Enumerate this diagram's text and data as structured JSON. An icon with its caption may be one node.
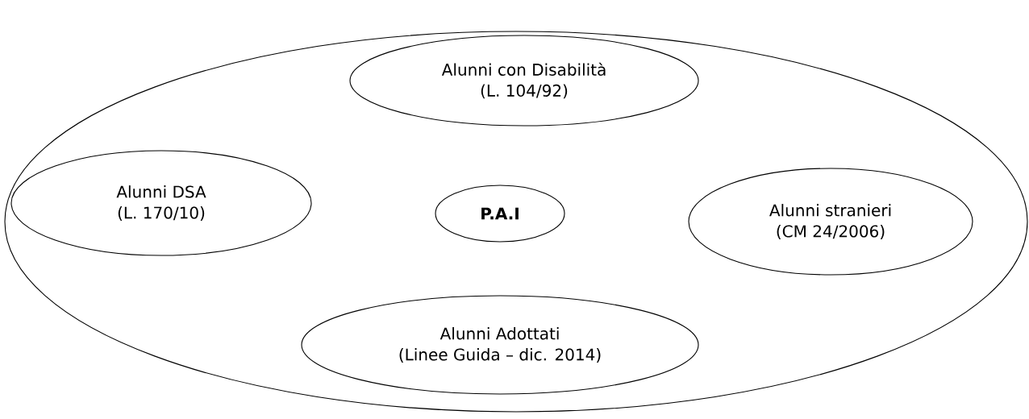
{
  "diagram": {
    "nodes": [
      {
        "text": [],
        "shape": "ellipse"
      },
      {
        "text": [
          "Alunni con Disabilità",
          "(L. 104/92)"
        ],
        "in": 0
      },
      {
        "text": [
          "Alunni DSA",
          "(L. 170/10)"
        ],
        "in": 0
      },
      {
        "text": [
          "P.A.I"
        ],
        "in": 0
      },
      {
        "text": [
          "Alunni stranieri",
          "(CM 24/2006)"
        ],
        "in": 0
      },
      {
        "text": [
          "Alunni Adottati",
          "(Linee Guida – dic. 2014)"
        ],
        "in": 0
      }
    ]
  }
}
